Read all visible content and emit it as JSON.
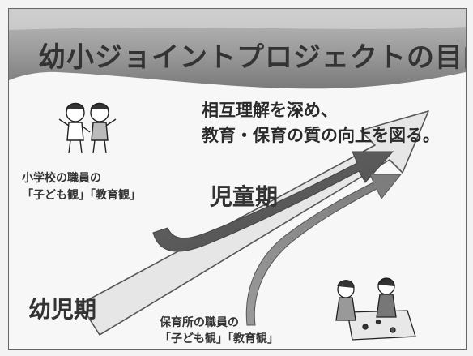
{
  "title": "幼小ジョイントプロジェクトの目的",
  "goal": {
    "line1": "相互理解を深め、",
    "line2": "教育・保育の質の向上を図る。"
  },
  "stages": {
    "child": "児童期",
    "infant": "幼児期"
  },
  "school_staff": {
    "line1": "小学校の職員の",
    "line2": "「子ども観」「教育観」"
  },
  "nursery_staff": {
    "line1": "保育所の職員の",
    "line2": "「子ども観」「教育観」"
  }
}
